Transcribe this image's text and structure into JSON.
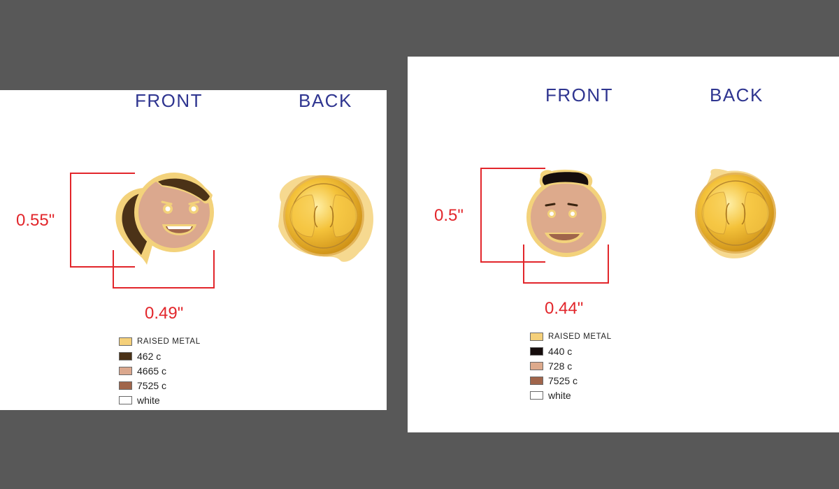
{
  "colors": {
    "background": "#585858",
    "sheet": "#ffffff",
    "heading": "#2f3590",
    "dimension": "#e2262b",
    "raised_metal": "#f3d27b"
  },
  "pins": [
    {
      "front_label": "FRONT",
      "back_label": "BACK",
      "height": "0.55\"",
      "width": "0.49\"",
      "front_icon": "girl-face-icon",
      "back_icon": "butterfly-clutch-back-icon",
      "legend": [
        {
          "label": "RAISED METAL",
          "color": "#f5d07a"
        },
        {
          "label": "462 c",
          "color": "#4b3217"
        },
        {
          "label": "4665 c",
          "color": "#dba88e"
        },
        {
          "label": "7525 c",
          "color": "#a0654b"
        },
        {
          "label": "white",
          "color": "#ffffff"
        }
      ]
    },
    {
      "front_label": "FRONT",
      "back_label": "BACK",
      "height": "0.5\"",
      "width": "0.44\"",
      "front_icon": "boy-face-icon",
      "back_icon": "butterfly-clutch-back-icon",
      "legend": [
        {
          "label": "RAISED METAL",
          "color": "#f5d07a"
        },
        {
          "label": "440 c",
          "color": "#160d0d"
        },
        {
          "label": "728 c",
          "color": "#ddaa8c"
        },
        {
          "label": "7525 c",
          "color": "#a0654b"
        },
        {
          "label": "white",
          "color": "#ffffff"
        }
      ]
    }
  ]
}
